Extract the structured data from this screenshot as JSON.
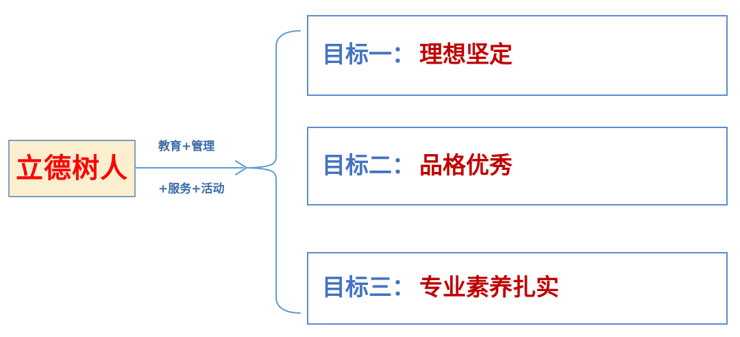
{
  "diagram": {
    "source": {
      "label": "立德树人",
      "fill_color": "#FCEFD0",
      "border_color": "#7F9DB9",
      "text_color": "#FF0000"
    },
    "edge": {
      "label_top": "教育+管理",
      "label_bottom": "+服务+活动",
      "line_color": "#5B9BD5",
      "label_color": "#3A6BA8",
      "arrowhead": "open-chevron-right"
    },
    "brace": {
      "orientation": "left-pointing-curly-brace",
      "color": "#5B9BD5"
    },
    "goals": [
      {
        "prefix": "目标一：",
        "value": "理想坚定",
        "prefix_color": "#4472C4",
        "value_color": "#C00000",
        "border_color": "#5B8BD0",
        "fill_color": "#FFFFFF"
      },
      {
        "prefix": "目标二：",
        "value": "品格优秀",
        "prefix_color": "#4472C4",
        "value_color": "#C00000",
        "border_color": "#5B8BD0",
        "fill_color": "#FFFFFF"
      },
      {
        "prefix": "目标三：",
        "value": "专业素养扎实",
        "prefix_color": "#4472C4",
        "value_color": "#C00000",
        "border_color": "#5B8BD0",
        "fill_color": "#FFFFFF"
      }
    ]
  }
}
